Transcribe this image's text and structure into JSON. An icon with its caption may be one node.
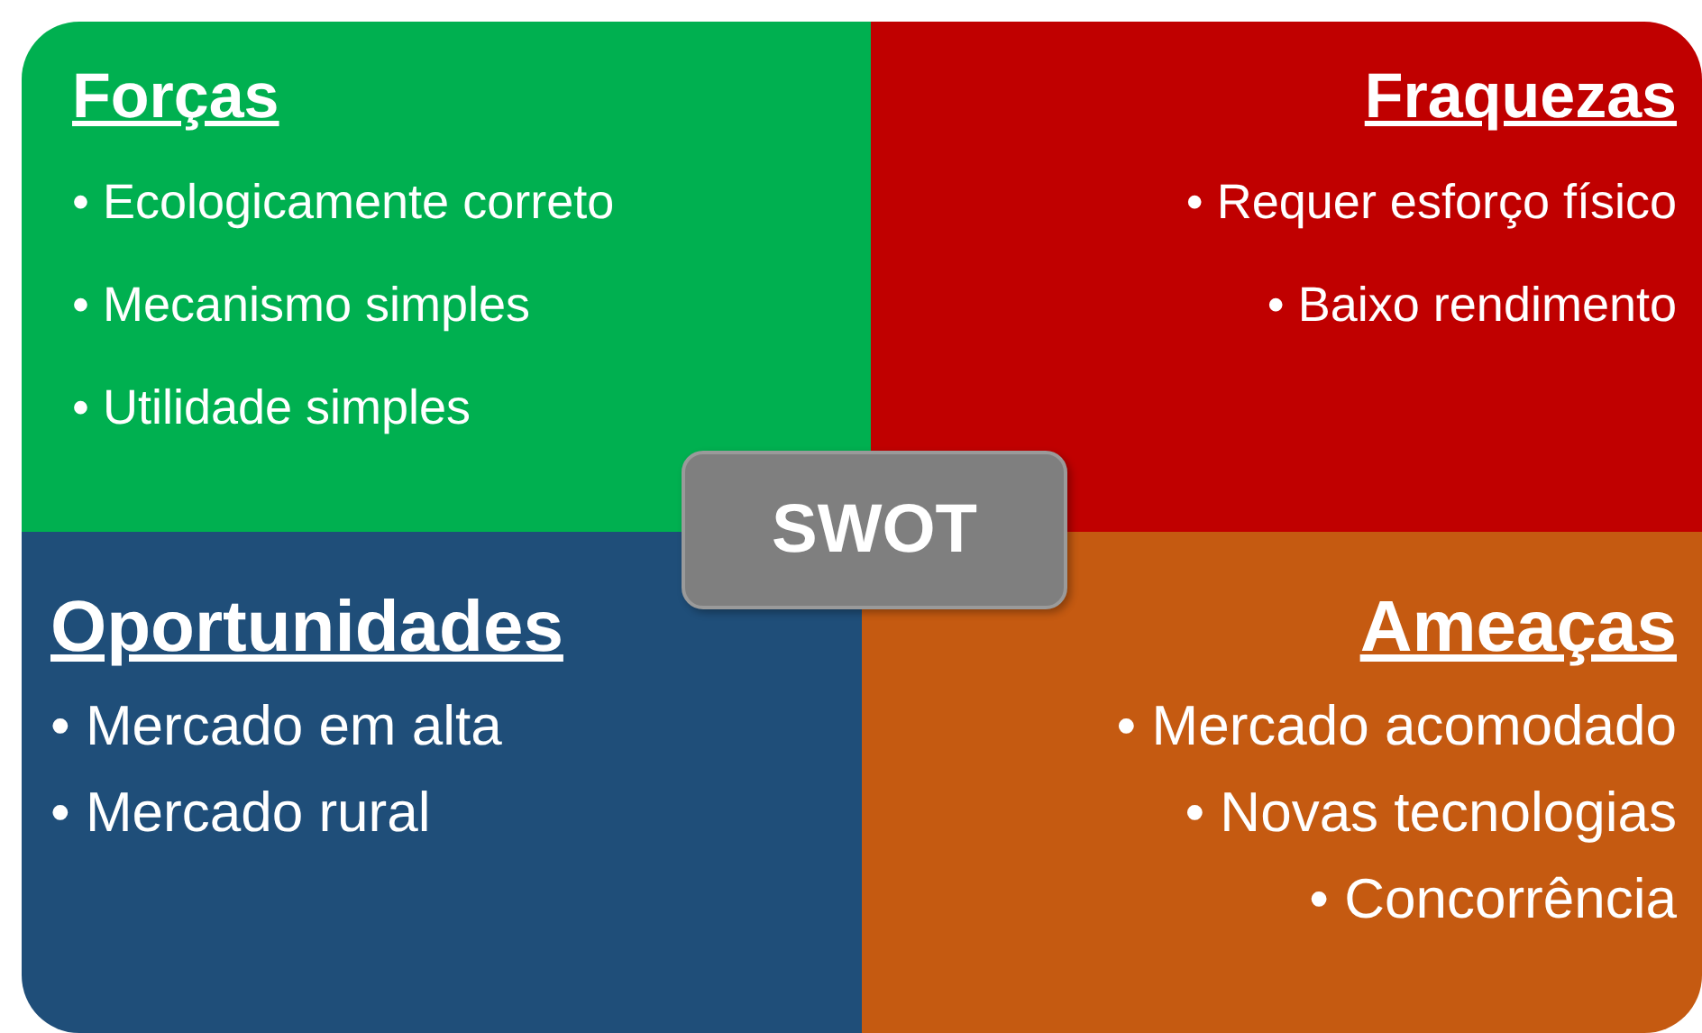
{
  "diagram": {
    "nodes": [
      {
        "text": [
          "Forças",
          "• Ecologicamente correto",
          "• Mecanismo simples",
          "• Utilidade simples"
        ]
      },
      {
        "text": [
          "Fraquezas",
          "• Requer esforço físico",
          "• Baixo rendimento"
        ]
      },
      {
        "text": [
          "Oportunidades",
          "• Mercado em alta",
          "• Mercado rural"
        ]
      },
      {
        "text": [
          "Ameaças",
          "• Mercado acomodado",
          "• Novas tecnologias",
          "• Concorrência"
        ]
      },
      {
        "text": [
          "SWOT"
        ]
      }
    ]
  }
}
